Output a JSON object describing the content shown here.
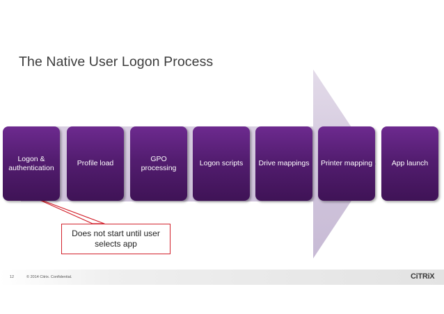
{
  "slide": {
    "title": "The Native User Logon Process"
  },
  "process": {
    "steps": [
      {
        "label": "Logon & authentication"
      },
      {
        "label": "Profile load"
      },
      {
        "label": "GPO processing"
      },
      {
        "label": "Logon scripts"
      },
      {
        "label": "Drive mappings"
      },
      {
        "label": "Printer mapping"
      },
      {
        "label": "App launch"
      }
    ]
  },
  "callout": {
    "text": "Does not start until user selects app"
  },
  "footer": {
    "page_number": "12",
    "copyright": "© 2014 Citrix. Confidential.",
    "logo_text": "CiTRiX"
  },
  "colors": {
    "step_fill": "#531d70",
    "arrow_fill": "#d6cde1",
    "callout_border": "#d21f2a"
  }
}
